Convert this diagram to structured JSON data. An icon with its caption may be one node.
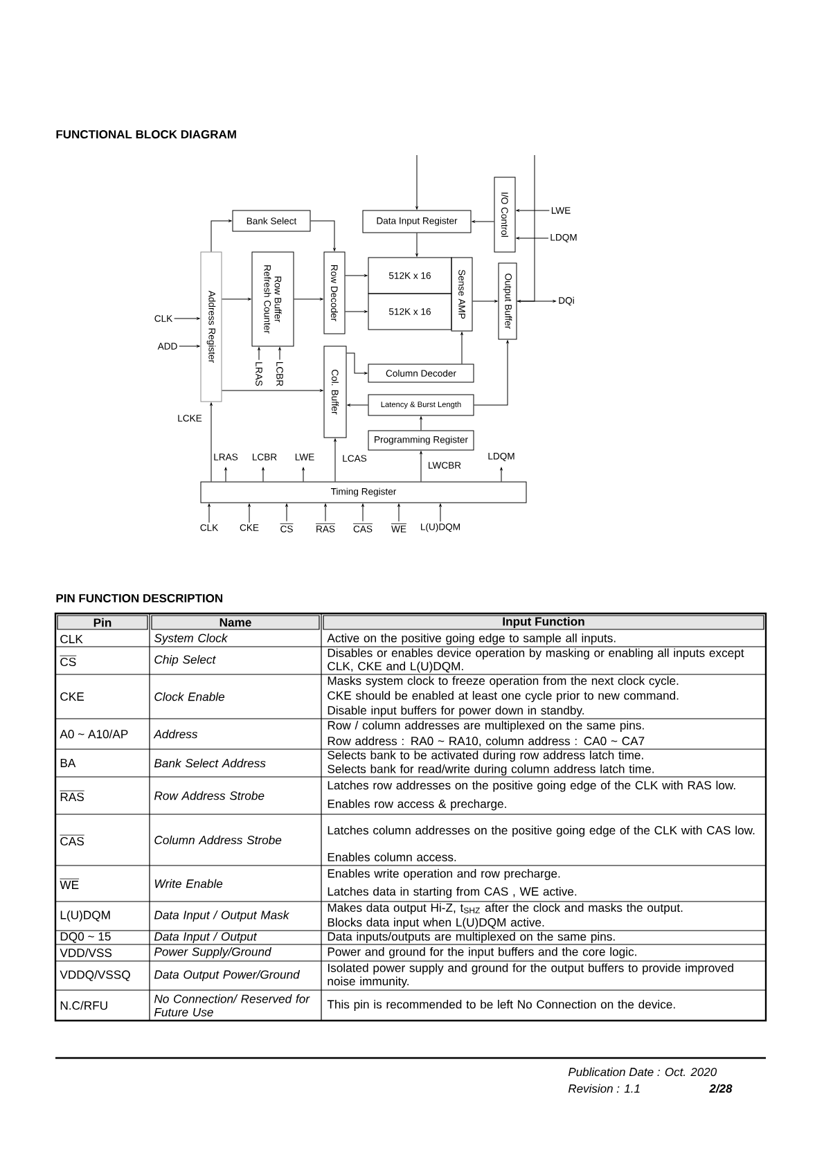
{
  "diagram": {
    "title": "FUNCTIONAL BLOCK DIAGRAM",
    "nodes": [
      {
        "text": [
          "Bank Select"
        ]
      },
      {
        "text": [
          "Data Input Register"
        ]
      },
      {
        "text": [
          "I/O Control"
        ]
      },
      {
        "text": [
          "Address Register"
        ]
      },
      {
        "text": [
          "Row Buffer Refresh Counter"
        ]
      },
      {
        "text": [
          "Row Decoder"
        ]
      },
      {
        "text": [
          "512K x 16"
        ]
      },
      {
        "text": [
          "512K x 16"
        ]
      },
      {
        "text": [
          "Sense AMP"
        ]
      },
      {
        "text": [
          "Output Buffer"
        ]
      },
      {
        "text": [
          "Col. Buffer"
        ]
      },
      {
        "text": [
          "Column Decoder"
        ]
      },
      {
        "text": [
          "Latency & Burst Length"
        ]
      },
      {
        "text": [
          "Programming Register"
        ]
      },
      {
        "text": [
          "Timing Register"
        ]
      },
      {
        "text": [
          "CLK"
        ]
      },
      {
        "text": [
          "ADD"
        ]
      },
      {
        "text": [
          "LWE"
        ]
      },
      {
        "text": [
          "LDQM"
        ]
      },
      {
        "text": [
          "DQi"
        ]
      },
      {
        "text": [
          "LRAS"
        ]
      },
      {
        "text": [
          "LCBR"
        ]
      },
      {
        "text": [
          "CLK"
        ]
      },
      {
        "text": [
          "CKE"
        ]
      },
      {
        "text": [
          "CS"
        ]
      },
      {
        "text": [
          "RAS"
        ]
      },
      {
        "text": [
          "CAS"
        ]
      },
      {
        "text": [
          "WE"
        ]
      },
      {
        "text": [
          "L(U)DQM"
        ]
      }
    ],
    "edges": [
      {
        "from": 3,
        "to": 0,
        "arrow": "to"
      },
      {
        "from": 0,
        "to": 5,
        "arrow": "to"
      },
      {
        "from": 3,
        "to": 4,
        "arrow": "to"
      },
      {
        "from": 4,
        "to": 5,
        "arrow": "to"
      },
      {
        "from": 5,
        "to": 6,
        "arrow": "to"
      },
      {
        "from": 5,
        "to": 7,
        "arrow": "to"
      },
      {
        "from": 1,
        "to": 6,
        "arrow": "to"
      },
      {
        "from": 2,
        "to": 1,
        "arrow": "to"
      },
      {
        "from": 17,
        "to": 2,
        "arrow": "to"
      },
      {
        "from": 18,
        "to": 2,
        "arrow": "to"
      },
      {
        "from": 8,
        "to": 9,
        "arrow": "to"
      },
      {
        "from": null,
        "to": 1,
        "arrow": "to"
      },
      {
        "from": null,
        "to": 9,
        "arrow": "to"
      },
      {
        "from": 9,
        "to": 19,
        "arrow": "to"
      },
      {
        "from": 15,
        "to": 3,
        "arrow": "to"
      },
      {
        "from": 16,
        "to": 3,
        "arrow": "to"
      },
      {
        "from": 3,
        "to": 10,
        "arrow": "to"
      },
      {
        "from": 20,
        "to": 4,
        "arrow": "to"
      },
      {
        "from": 21,
        "to": 4,
        "arrow": "to"
      },
      {
        "from": 10,
        "to": 11,
        "arrow": "to"
      },
      {
        "from": 12,
        "to": 10,
        "arrow": "to"
      },
      {
        "from": 13,
        "to": 12,
        "arrow": "to"
      },
      {
        "from": 11,
        "to": 8,
        "arrow": "to"
      },
      {
        "from": 12,
        "to": 9,
        "arrow": "to"
      },
      {
        "from": 14,
        "to": 3,
        "arrow": "to",
        "label": "LCKE"
      },
      {
        "from": 14,
        "to": null,
        "arrow": "to",
        "label": "LRAS"
      },
      {
        "from": 14,
        "to": null,
        "arrow": "to",
        "label": "LCBR"
      },
      {
        "from": 14,
        "to": null,
        "arrow": "to",
        "label": "LWE"
      },
      {
        "from": 14,
        "to": 10,
        "arrow": "to",
        "label": "LCAS"
      },
      {
        "from": 14,
        "to": 13,
        "arrow": "to",
        "label": "LWCBR"
      },
      {
        "from": 14,
        "to": null,
        "arrow": "to",
        "label": "LDQM"
      },
      {
        "from": 22,
        "to": 14,
        "arrow": "to"
      },
      {
        "from": 23,
        "to": 14,
        "arrow": "to"
      },
      {
        "from": 24,
        "to": 14,
        "arrow": "to"
      },
      {
        "from": 25,
        "to": 14,
        "arrow": "to"
      },
      {
        "from": 26,
        "to": 14,
        "arrow": "to"
      },
      {
        "from": 27,
        "to": 14,
        "arrow": "to"
      },
      {
        "from": 28,
        "to": 14,
        "arrow": "to"
      }
    ],
    "labels": [
      "PIN FUNCTION DESCRIPTION",
      "Pin",
      "Name",
      "Input Function",
      "CLK",
      "System Clock",
      "Active on the positive going edge to sample all inputs.",
      "CS",
      "Chip Select",
      "Disables or enables device operation by masking or enabling all inputs except CLK, CKE and L(U)DQM.",
      "CKE",
      "Clock Enable",
      "Masks system clock to freeze operation from the next clock cycle.",
      "CKE should be enabled at least one cycle prior to new command.",
      "Disable input buffers for power down in standby.",
      "A0 ~ A10/AP",
      "Address",
      "Row / column addresses are multiplexed on the same pins.",
      "Row address : RA0 ~ RA10, column address : CA0 ~ CA7",
      "BA",
      "Bank Select Address",
      "Selects bank to be activated during row address latch time.",
      "Selects bank for read/write during column address latch time.",
      "RAS",
      "Row Address Strobe",
      "Latches row addresses on the positive going edge of the CLK with RAS low.",
      "Enables row access & precharge.",
      "CAS",
      "Column Address Strobe",
      "Latches column addresses on the positive going edge of the CLK with CAS low.",
      "Enables column access.",
      "WE",
      "Write Enable",
      "Enables write operation and row precharge.",
      "Latches data in starting from CAS , WE active.",
      "L(U)DQM",
      "Data Input / Output Mask",
      "Makes data output Hi-Z, t$_{SHZ}$ after the clock and masks the output.",
      "Blocks data input when L(U)DQM active.",
      "DQ0 ~ 15",
      "Data Input / Output",
      "Data inputs/outputs are multiplexed on the same pins.",
      "VDD/VSS",
      "Power Supply/Ground",
      "Power and ground for the input buffers and the core logic.",
      "VDDQ/VSSQ",
      "Data Output Power/Ground",
      "Isolated power supply and ground for the output buffers to provide improved noise immunity.",
      "N.C/RFU",
      "No Connection/ Reserved for Future Use",
      "This pin is recommended to be left No Connection on the device.",
      "Publication Date : Oct. 2020",
      "Revision : 1.1",
      "2/28"
    ]
  }
}
